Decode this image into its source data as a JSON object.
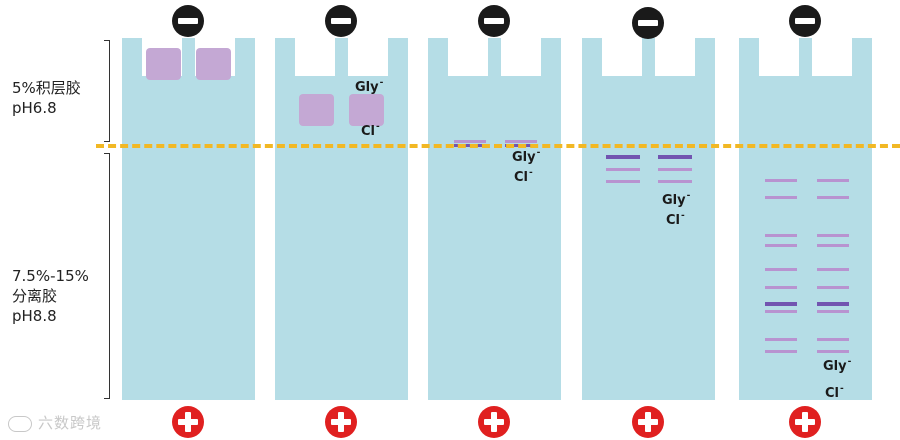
{
  "labels": {
    "stacking_gel": [
      "5%积层胶",
      "pH6.8"
    ],
    "separating_gel": [
      "7.5%-15%",
      "分离胶",
      "pH8.8"
    ]
  },
  "ion_labels": {
    "glycine": "Gly",
    "chloride": "Cl",
    "charge": "-"
  },
  "watermark": "六数跨境",
  "colors": {
    "gel": "#b5dde6",
    "sample": "#c4a8d4",
    "band_light": "#b893d0",
    "band_dark": "#7254b0",
    "boundary": "#f2b824",
    "cathode": "#1a1a1a",
    "anode": "#e02020"
  },
  "stages": [
    {
      "step": 1,
      "sample_location": "wells",
      "bands": []
    },
    {
      "step": 2,
      "sample_location": "stacking gel",
      "bands": []
    },
    {
      "step": 3,
      "sample_location": "stacking/separating boundary",
      "bands": [
        [
          "light",
          "dark"
        ]
      ]
    },
    {
      "step": 4,
      "sample_location": "top of separating gel",
      "bands": [
        [
          "dark",
          "light",
          "light"
        ]
      ]
    },
    {
      "step": 5,
      "sample_location": "separating gel",
      "bands": [
        [
          "light",
          "light",
          "light",
          "light",
          "light",
          "light",
          "dark",
          "light",
          "light",
          "light"
        ]
      ]
    }
  ]
}
